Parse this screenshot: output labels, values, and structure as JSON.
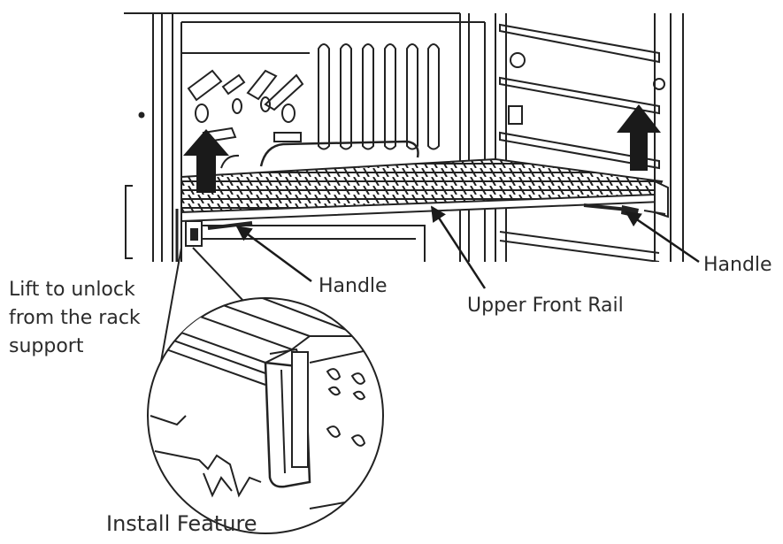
{
  "labels": {
    "lift_line1": "Lift to unlock",
    "lift_line2": "from the rack",
    "lift_line3": "support",
    "handle_left": "Handle",
    "handle_right": "Handle",
    "upper_front_rail": "Upper Front Rail",
    "install_feature": "Install Feature"
  },
  "colors": {
    "line": "#222222",
    "arrow": "#1a1a1a",
    "background": "#ffffff"
  },
  "icons": [
    "up-arrow-icon",
    "leader-arrow-icon"
  ]
}
